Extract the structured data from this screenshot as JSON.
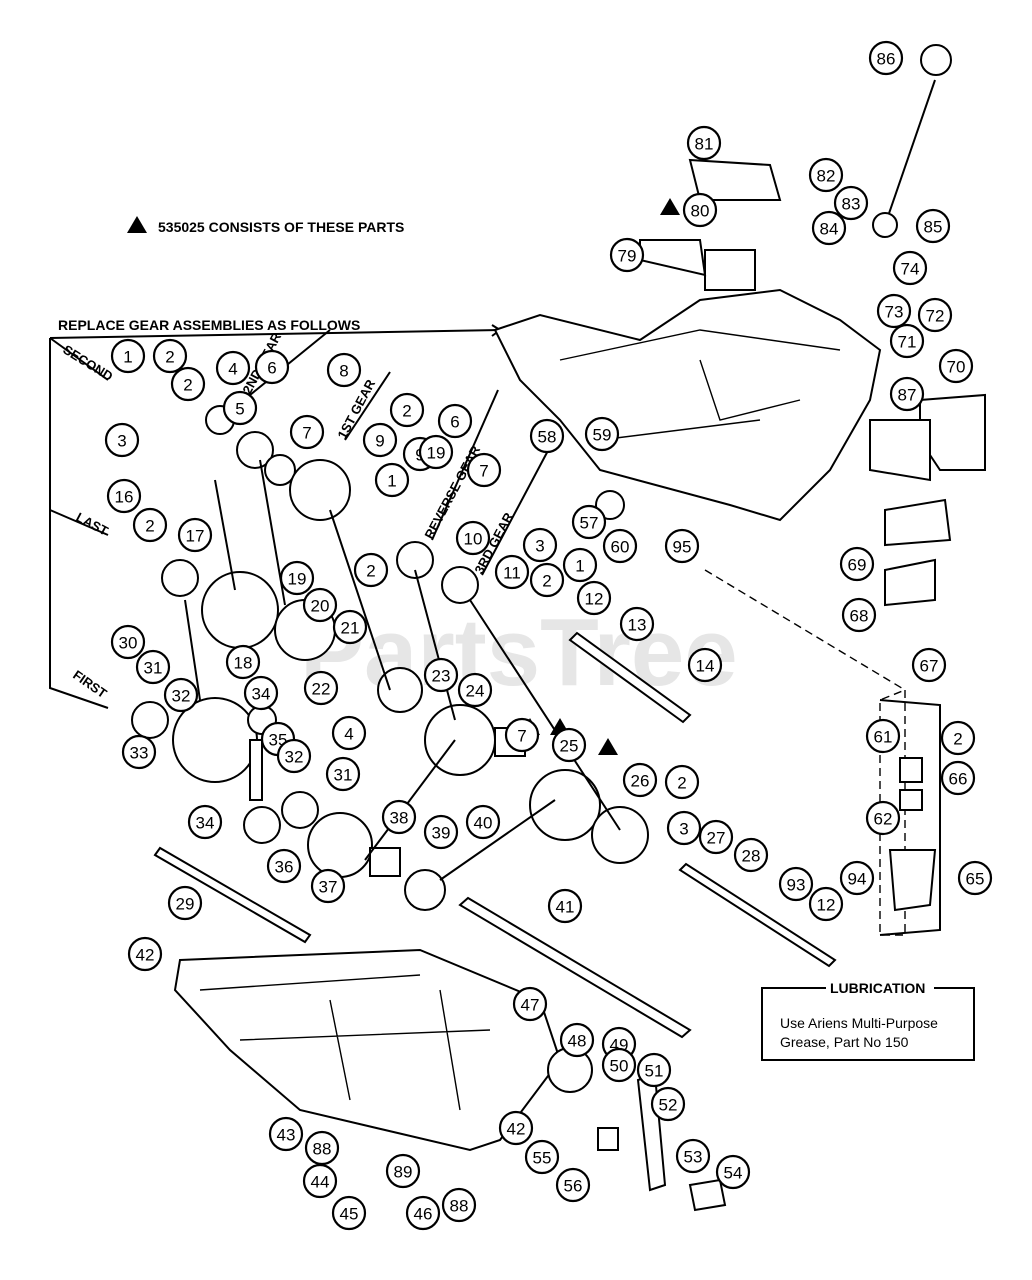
{
  "watermark": "PartsTree",
  "kit_note": "535025 CONSISTS OF THESE PARTS",
  "replace_heading": "REPLACE GEAR ASSEMBLIES AS FOLLOWS",
  "group_labels": {
    "second": "SECOND",
    "last": "LAST",
    "first": "FIRST",
    "gear2": "2ND GEAR",
    "gear1": "1ST GEAR",
    "reverse": "REVERSE GEAR",
    "gear3": "3RD GEAR"
  },
  "lubrication": {
    "title": "LUBRICATION",
    "line1": "Use Ariens Multi-Purpose",
    "line2": "Grease, Part No  150"
  },
  "callouts": [
    "1",
    "2",
    "2",
    "3",
    "4",
    "5",
    "6",
    "7",
    "8",
    "9",
    "9",
    "2",
    "1",
    "2",
    "6",
    "7",
    "10",
    "11",
    "3",
    "2",
    "1",
    "12",
    "13",
    "14",
    "16",
    "2",
    "17",
    "18",
    "19",
    "20",
    "21",
    "22",
    "4",
    "23",
    "19",
    "24",
    "7",
    "25",
    "26",
    "2",
    "3",
    "27",
    "28",
    "93",
    "12",
    "30",
    "31",
    "32",
    "33",
    "34",
    "35",
    "32",
    "31",
    "34",
    "36",
    "37",
    "38",
    "39",
    "40",
    "29",
    "41",
    "42",
    "42",
    "43",
    "44",
    "45",
    "46",
    "47",
    "48",
    "49",
    "50",
    "51",
    "52",
    "53",
    "54",
    "55",
    "56",
    "58",
    "57",
    "59",
    "60",
    "95",
    "81",
    "82",
    "80",
    "83",
    "84",
    "79",
    "85",
    "86",
    "74",
    "73",
    "72",
    "71",
    "70",
    "87",
    "69",
    "68",
    "67",
    "61",
    "2",
    "66",
    "62",
    "65",
    "94",
    "88",
    "89",
    "88"
  ]
}
